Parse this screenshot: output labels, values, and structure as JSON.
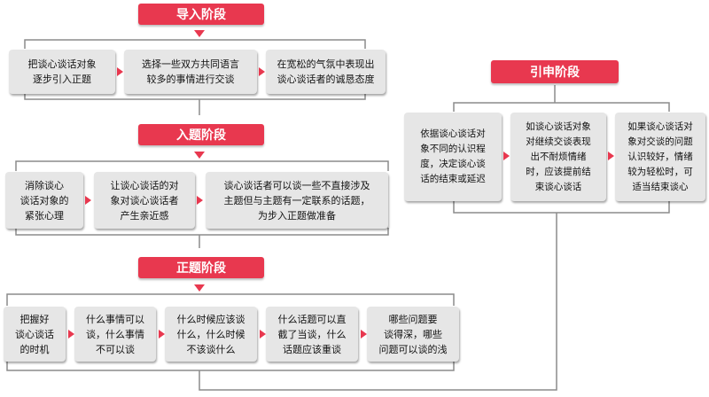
{
  "stages": [
    {
      "title": "导入阶段",
      "steps": [
        "把谈心谈话对象\n逐步引入正题",
        "选择一些双方共同语言\n较多的事情进行交谈",
        "在宽松的气氛中表现出\n谈心谈话者的诚恳态度"
      ]
    },
    {
      "title": "入题阶段",
      "steps": [
        "消除谈心\n谈话对象的\n紧张心理",
        "让谈心谈话的对\n象对谈心谈话者\n产生亲近感",
        "谈心谈话者可以谈一些不直接涉及\n主题但与主题有一定联系的话题，\n为步入正题做准备"
      ]
    },
    {
      "title": "正题阶段",
      "steps": [
        "把握好\n谈心谈话\n的时机",
        "什么事情可以\n谈，什么事情\n不可以谈",
        "什么时候应该谈\n什么，什么时候\n不该谈什么",
        "什么话题可以直\n截了当谈，什么\n话题应该重谈",
        "哪些问题要\n谈得深，哪些\n问题可以谈的浅"
      ]
    },
    {
      "title": "引申阶段",
      "steps": [
        "依据谈心谈话对\n象不同的认识程\n度，决定谈心谈\n话的结束或延迟",
        "如谈心谈话对象\n对继续交谈表现\n出不耐烦情绪\n时，应该提前结\n束谈心谈话",
        "如果谈心谈话对\n象对交谈的问题\n认识较好，情绪\n较为轻松时，可\n适当结束谈心"
      ]
    }
  ],
  "colors": {
    "accent": "#e8384f",
    "box": "#e6e6e6",
    "line": "#8c8c8c"
  }
}
